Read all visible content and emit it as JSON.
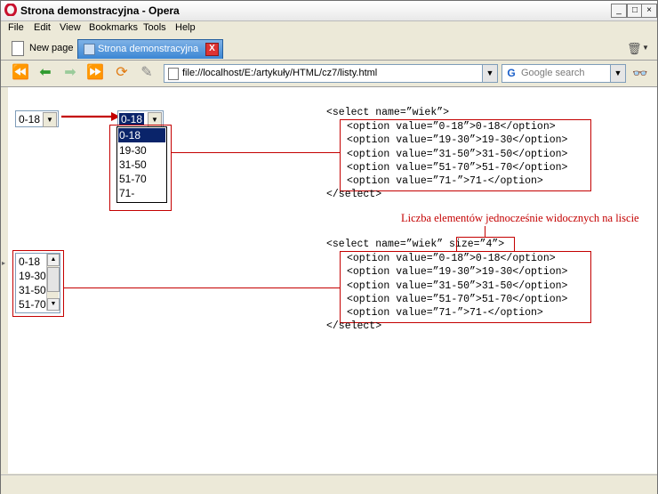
{
  "window": {
    "title": "Strona demonstracyjna - Opera"
  },
  "menu": [
    "File",
    "Edit",
    "View",
    "Bookmarks",
    "Tools",
    "Help"
  ],
  "tabs": {
    "new_page": "New page",
    "active": "Strona demonstracyjna"
  },
  "address": {
    "url": "file://localhost/E:/artykuły/HTML/cz7/listy.html"
  },
  "search": {
    "placeholder": "Google search"
  },
  "demo": {
    "dropdown_value": "0-18",
    "dropdown_open_value": "0-18",
    "options": [
      "0-18",
      "19-30",
      "31-50",
      "51-70",
      "71-"
    ],
    "listbox_items": [
      "0-18",
      "19-30",
      "31-50",
      "51-70"
    ],
    "code1": {
      "open": "<select name=”wiek”>",
      "lines": [
        "<option value=”0-18”>0-18</option>",
        "<option value=”19-30”>19-30</option>",
        "<option value=”31-50”>31-50</option>",
        "<option value=”51-70”>51-70</option>",
        "<option value=”71-”>71-</option>"
      ],
      "close": "</select>"
    },
    "code2": {
      "open_start": "<select name=”wiek” ",
      "size_attr": "size=”4”",
      "open_end": ">",
      "lines": [
        "<option value=”0-18”>0-18</option>",
        "<option value=”19-30”>19-30</option>",
        "<option value=”31-50”>31-50</option>",
        "<option value=”51-70”>51-70</option>",
        "<option value=”71-”>71-</option>"
      ],
      "close": "</select>"
    },
    "annotation": "Liczba elementów jednocześnie widocznych na liscie"
  },
  "colors": {
    "accent": "#c40000",
    "tab_active": "#3b86d4",
    "highlight": "#0a246a"
  }
}
